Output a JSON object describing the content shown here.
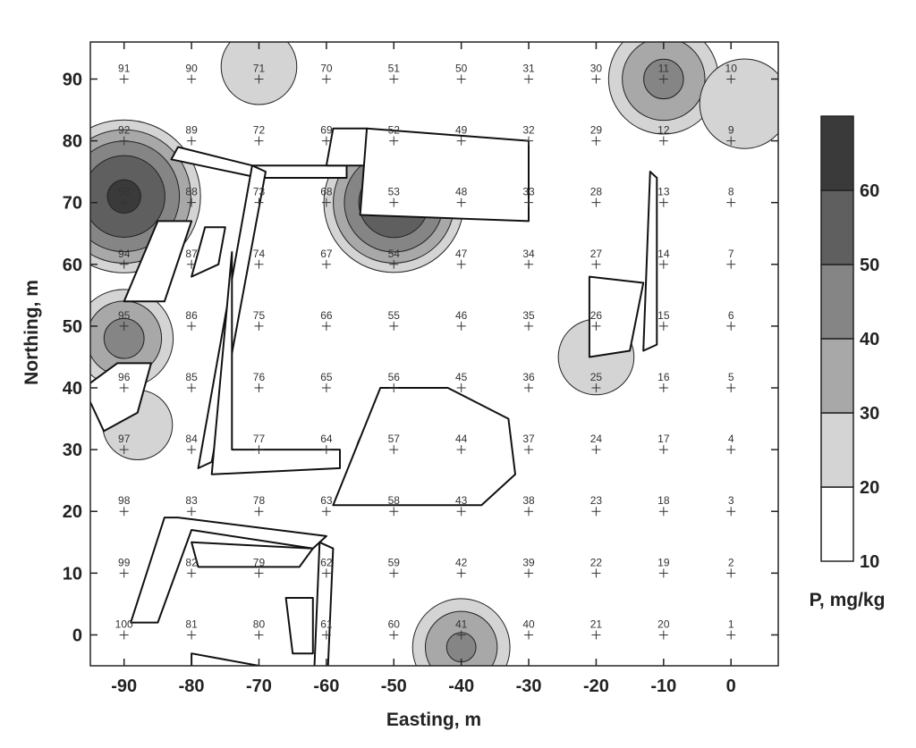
{
  "chart_data": {
    "type": "heatmap",
    "subtype": "contour-map",
    "title": "",
    "xlabel": "Easting, m",
    "ylabel": "Northing, m",
    "xlim": [
      -95,
      7
    ],
    "ylim": [
      -5,
      96
    ],
    "x_ticks": [
      -90,
      -80,
      -70,
      -60,
      -50,
      -40,
      -30,
      -20,
      -10,
      0
    ],
    "y_ticks": [
      0,
      10,
      20,
      30,
      40,
      50,
      60,
      70,
      80,
      90
    ],
    "x_tick_labels": [
      "-90",
      "-80",
      "-70",
      "-60",
      "-50",
      "-40",
      "-30",
      "-20",
      "-10",
      "0"
    ],
    "y_tick_labels": [
      "0",
      "10",
      "20",
      "30",
      "40",
      "50",
      "60",
      "70",
      "80",
      "90"
    ],
    "grid": false,
    "colorbar": {
      "label": "P, mg/kg",
      "placement": "right",
      "levels": [
        10,
        20,
        30,
        40,
        50,
        60,
        70
      ],
      "tick_labels": [
        "10",
        "20",
        "30",
        "40",
        "50",
        "60"
      ],
      "colors": [
        "#ffffff",
        "#d4d4d4",
        "#a8a8a8",
        "#858585",
        "#5f5f5f",
        "#3a3a3a"
      ]
    },
    "stations": [
      {
        "id": "1",
        "x": 0,
        "y": 0
      },
      {
        "id": "2",
        "x": 0,
        "y": 10
      },
      {
        "id": "3",
        "x": 0,
        "y": 20
      },
      {
        "id": "4",
        "x": 0,
        "y": 30
      },
      {
        "id": "5",
        "x": 0,
        "y": 40
      },
      {
        "id": "6",
        "x": 0,
        "y": 50
      },
      {
        "id": "7",
        "x": 0,
        "y": 60
      },
      {
        "id": "8",
        "x": 0,
        "y": 70
      },
      {
        "id": "9",
        "x": 0,
        "y": 80
      },
      {
        "id": "10",
        "x": 0,
        "y": 90
      },
      {
        "id": "11",
        "x": -10,
        "y": 90
      },
      {
        "id": "12",
        "x": -10,
        "y": 80
      },
      {
        "id": "13",
        "x": -10,
        "y": 70
      },
      {
        "id": "14",
        "x": -10,
        "y": 60
      },
      {
        "id": "15",
        "x": -10,
        "y": 50
      },
      {
        "id": "16",
        "x": -10,
        "y": 40
      },
      {
        "id": "17",
        "x": -10,
        "y": 30
      },
      {
        "id": "18",
        "x": -10,
        "y": 20
      },
      {
        "id": "19",
        "x": -10,
        "y": 10
      },
      {
        "id": "20",
        "x": -10,
        "y": 0
      },
      {
        "id": "21",
        "x": -20,
        "y": 0
      },
      {
        "id": "22",
        "x": -20,
        "y": 10
      },
      {
        "id": "23",
        "x": -20,
        "y": 20
      },
      {
        "id": "24",
        "x": -20,
        "y": 30
      },
      {
        "id": "25",
        "x": -20,
        "y": 40
      },
      {
        "id": "26",
        "x": -20,
        "y": 50
      },
      {
        "id": "27",
        "x": -20,
        "y": 60
      },
      {
        "id": "28",
        "x": -20,
        "y": 70
      },
      {
        "id": "29",
        "x": -20,
        "y": 80
      },
      {
        "id": "30",
        "x": -20,
        "y": 90
      },
      {
        "id": "31",
        "x": -30,
        "y": 90
      },
      {
        "id": "32",
        "x": -30,
        "y": 80
      },
      {
        "id": "33",
        "x": -30,
        "y": 70
      },
      {
        "id": "34",
        "x": -30,
        "y": 60
      },
      {
        "id": "35",
        "x": -30,
        "y": 50
      },
      {
        "id": "36",
        "x": -30,
        "y": 40
      },
      {
        "id": "37",
        "x": -30,
        "y": 30
      },
      {
        "id": "38",
        "x": -30,
        "y": 20
      },
      {
        "id": "39",
        "x": -30,
        "y": 10
      },
      {
        "id": "40",
        "x": -30,
        "y": 0
      },
      {
        "id": "41",
        "x": -40,
        "y": 0
      },
      {
        "id": "42",
        "x": -40,
        "y": 10
      },
      {
        "id": "43",
        "x": -40,
        "y": 20
      },
      {
        "id": "44",
        "x": -40,
        "y": 30
      },
      {
        "id": "45",
        "x": -40,
        "y": 40
      },
      {
        "id": "46",
        "x": -40,
        "y": 50
      },
      {
        "id": "47",
        "x": -40,
        "y": 60
      },
      {
        "id": "48",
        "x": -40,
        "y": 70
      },
      {
        "id": "49",
        "x": -40,
        "y": 80
      },
      {
        "id": "50",
        "x": -40,
        "y": 90
      },
      {
        "id": "51",
        "x": -50,
        "y": 90
      },
      {
        "id": "52",
        "x": -50,
        "y": 80
      },
      {
        "id": "53",
        "x": -50,
        "y": 70
      },
      {
        "id": "54",
        "x": -50,
        "y": 60
      },
      {
        "id": "55",
        "x": -50,
        "y": 50
      },
      {
        "id": "56",
        "x": -50,
        "y": 40
      },
      {
        "id": "57",
        "x": -50,
        "y": 30
      },
      {
        "id": "58",
        "x": -50,
        "y": 20
      },
      {
        "id": "59",
        "x": -50,
        "y": 10
      },
      {
        "id": "60",
        "x": -50,
        "y": 0
      },
      {
        "id": "61",
        "x": -60,
        "y": 0
      },
      {
        "id": "62",
        "x": -60,
        "y": 10
      },
      {
        "id": "63",
        "x": -60,
        "y": 20
      },
      {
        "id": "64",
        "x": -60,
        "y": 30
      },
      {
        "id": "65",
        "x": -60,
        "y": 40
      },
      {
        "id": "66",
        "x": -60,
        "y": 50
      },
      {
        "id": "67",
        "x": -60,
        "y": 60
      },
      {
        "id": "68",
        "x": -60,
        "y": 70
      },
      {
        "id": "69",
        "x": -60,
        "y": 80
      },
      {
        "id": "70",
        "x": -60,
        "y": 90
      },
      {
        "id": "71",
        "x": -70,
        "y": 90
      },
      {
        "id": "72",
        "x": -70,
        "y": 80
      },
      {
        "id": "73",
        "x": -70,
        "y": 70
      },
      {
        "id": "74",
        "x": -70,
        "y": 60
      },
      {
        "id": "75",
        "x": -70,
        "y": 50
      },
      {
        "id": "76",
        "x": -70,
        "y": 40
      },
      {
        "id": "77",
        "x": -70,
        "y": 30
      },
      {
        "id": "78",
        "x": -70,
        "y": 20
      },
      {
        "id": "79",
        "x": -70,
        "y": 10
      },
      {
        "id": "80",
        "x": -70,
        "y": 0
      },
      {
        "id": "81",
        "x": -80,
        "y": 0
      },
      {
        "id": "82",
        "x": -80,
        "y": 10
      },
      {
        "id": "83",
        "x": -80,
        "y": 20
      },
      {
        "id": "84",
        "x": -80,
        "y": 30
      },
      {
        "id": "85",
        "x": -80,
        "y": 40
      },
      {
        "id": "86",
        "x": -80,
        "y": 50
      },
      {
        "id": "87",
        "x": -80,
        "y": 60
      },
      {
        "id": "88",
        "x": -80,
        "y": 70
      },
      {
        "id": "89",
        "x": -80,
        "y": 80
      },
      {
        "id": "90",
        "x": -80,
        "y": 90
      },
      {
        "id": "91",
        "x": -90,
        "y": 90
      },
      {
        "id": "92",
        "x": -90,
        "y": 80
      },
      {
        "id": "93",
        "x": -90,
        "y": 70
      },
      {
        "id": "94",
        "x": -90,
        "y": 60
      },
      {
        "id": "95",
        "x": -90,
        "y": 50
      },
      {
        "id": "96",
        "x": -90,
        "y": 40
      },
      {
        "id": "97",
        "x": -90,
        "y": 30
      },
      {
        "id": "98",
        "x": -90,
        "y": 20
      },
      {
        "id": "99",
        "x": -90,
        "y": 10
      },
      {
        "id": "100",
        "x": -90,
        "y": 0
      }
    ],
    "hotspots": [
      {
        "x": -90,
        "y": 71,
        "peak": 62,
        "r": 12
      },
      {
        "x": -50,
        "y": 70,
        "peak": 60,
        "r": 11
      },
      {
        "x": -90,
        "y": 48,
        "peak": 44,
        "r": 8
      },
      {
        "x": -10,
        "y": 90,
        "peak": 43,
        "r": 9
      },
      {
        "x": -40,
        "y": -2,
        "peak": 42,
        "r": 8
      },
      {
        "x": -50,
        "y": 29,
        "peak": 30,
        "r": 7
      },
      {
        "x": -20,
        "y": 45,
        "peak": 29,
        "r": 7
      },
      {
        "x": -70,
        "y": 92,
        "peak": 29,
        "r": 7
      },
      {
        "x": -88,
        "y": 34,
        "peak": 26,
        "r": 7
      },
      {
        "x": 2,
        "y": 86,
        "peak": 26,
        "r": 9
      }
    ],
    "features": [
      [
        [
          -82,
          79
        ],
        [
          -71,
          76
        ],
        [
          -67,
          76
        ],
        [
          -57,
          76
        ],
        [
          -57,
          74
        ],
        [
          -70,
          74
        ],
        [
          -83,
          77
        ]
      ],
      [
        [
          -71,
          76
        ],
        [
          -69,
          75
        ],
        [
          -77,
          28
        ],
        [
          -79,
          27
        ]
      ],
      [
        [
          -59,
          82
        ],
        [
          -60,
          76
        ],
        [
          -54,
          76
        ],
        [
          -54,
          82
        ]
      ],
      [
        [
          -54,
          82
        ],
        [
          -55,
          68
        ],
        [
          -30,
          67
        ],
        [
          -30,
          80
        ],
        [
          -54,
          82
        ]
      ],
      [
        [
          -85,
          67
        ],
        [
          -90,
          54
        ],
        [
          -84,
          54
        ],
        [
          -80,
          67
        ]
      ],
      [
        [
          -78,
          66
        ],
        [
          -80,
          58
        ],
        [
          -76,
          60
        ],
        [
          -75,
          66
        ]
      ],
      [
        [
          -74,
          62
        ],
        [
          -77,
          26
        ],
        [
          -58,
          27
        ],
        [
          -58,
          30
        ],
        [
          -74,
          30
        ]
      ],
      [
        [
          -52,
          40
        ],
        [
          -59,
          21
        ],
        [
          -37,
          21
        ],
        [
          -32,
          26
        ],
        [
          -33,
          35
        ],
        [
          -42,
          40
        ],
        [
          -49,
          40
        ]
      ],
      [
        [
          -91,
          44
        ],
        [
          -96,
          40
        ],
        [
          -93,
          33
        ],
        [
          -88,
          36
        ],
        [
          -86,
          44
        ]
      ],
      [
        [
          -21,
          58
        ],
        [
          -21,
          45
        ],
        [
          -15,
          46
        ],
        [
          -13,
          57
        ]
      ],
      [
        [
          -12,
          75
        ],
        [
          -13,
          46
        ],
        [
          -11,
          47
        ],
        [
          -11,
          74
        ]
      ],
      [
        [
          -84,
          19
        ],
        [
          -89,
          2
        ],
        [
          -85,
          2
        ],
        [
          -80,
          17
        ],
        [
          -62,
          14
        ],
        [
          -60,
          16
        ],
        [
          -82,
          19
        ]
      ],
      [
        [
          -80,
          15
        ],
        [
          -79,
          11
        ],
        [
          -64,
          11
        ],
        [
          -62,
          14
        ]
      ],
      [
        [
          -66,
          6
        ],
        [
          -65,
          -3
        ],
        [
          -62,
          -3
        ],
        [
          -62,
          6
        ]
      ],
      [
        [
          -61,
          15
        ],
        [
          -62,
          -11
        ],
        [
          -60,
          -11
        ],
        [
          -59,
          14
        ]
      ],
      [
        [
          -80,
          -3
        ],
        [
          -80,
          -9
        ],
        [
          -70,
          -8
        ],
        [
          -70,
          -5
        ]
      ]
    ]
  }
}
